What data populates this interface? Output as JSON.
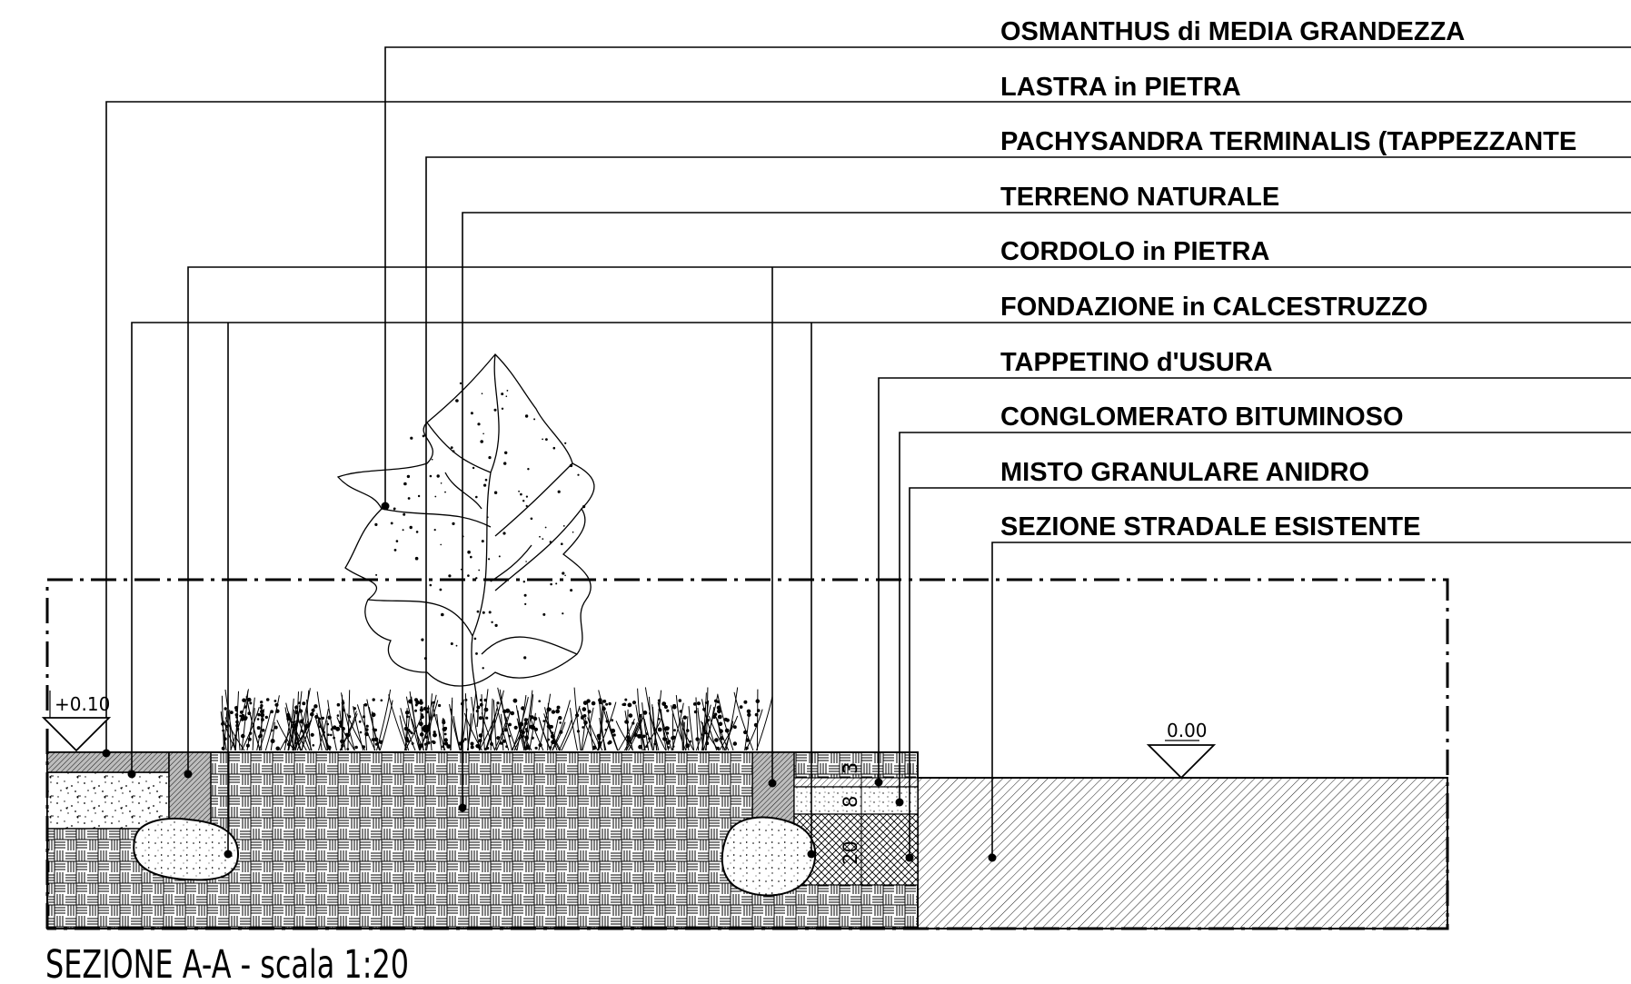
{
  "title": "SEZIONE A-A - scala 1:20",
  "labels": [
    "OSMANTHUS di MEDIA GRANDEZZA",
    "LASTRA in PIETRA",
    "PACHYSANDRA TERMINALIS (TAPPEZZANTE",
    "TERRENO NATURALE",
    "CORDOLO in PIETRA",
    "FONDAZIONE in CALCESTRUZZO",
    "TAPPETINO d'USURA",
    "CONGLOMERATO BITUMINOSO",
    "MISTO GRANULARE ANIDRO",
    "SEZIONE STRADALE ESISTENTE"
  ],
  "elevations": {
    "left": "+0.10",
    "right": "0.00"
  },
  "dimensions": {
    "tappetino": "3",
    "conglomerato": "8",
    "misto": "20"
  }
}
